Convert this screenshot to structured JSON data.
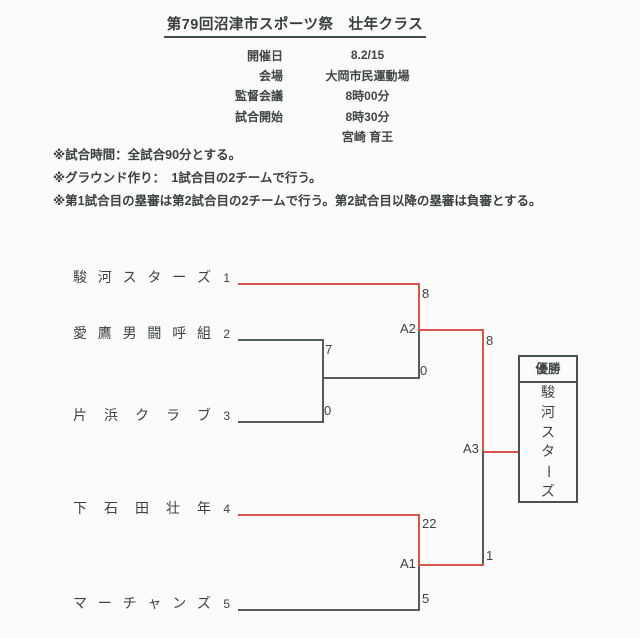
{
  "title": "第79回沼津市スポーツ祭　壮年クラス",
  "info": {
    "rows": [
      {
        "label": "開催日",
        "value": "8.2/15"
      },
      {
        "label": "会場",
        "value": "大岡市民運動場"
      },
      {
        "label": "監督会議",
        "value": "8時00分"
      },
      {
        "label": "試合開始",
        "value": "8時30分"
      },
      {
        "label": "",
        "value": "宮崎 育王"
      }
    ]
  },
  "notes": [
    "※試合時間：全試合90分とする。",
    "※グラウンド作り：　1試合目の2チームで行う。",
    "※第1試合目の塁審は第2試合目の2チームで行う。第2試合目以降の塁審は負審とする。"
  ],
  "bracket": {
    "teams": [
      {
        "name": "駿河スターズ",
        "seed": "1"
      },
      {
        "name": "愛鷹男闘呼組",
        "seed": "2"
      },
      {
        "name": "片浜クラブ",
        "seed": "3"
      },
      {
        "name": "下石田壮年",
        "seed": "4"
      },
      {
        "name": "マーチャンズ",
        "seed": "5"
      }
    ],
    "match_labels": {
      "a1": "A1",
      "a2": "A2",
      "a3": "A3"
    },
    "scores": {
      "t1_semi": "8",
      "t2_r1": "7",
      "t3_r1": "0",
      "m23_winner_semi": "0",
      "semi_winner_final": "8",
      "t4_r1": "22",
      "t5_r1": "5",
      "a1_winner_final": "1"
    },
    "champion": {
      "header": "優勝",
      "name": "駿河スターズ"
    }
  },
  "colors": {
    "accent_red": "#d6554d",
    "line": "#565b5b",
    "text": "#3c4141"
  }
}
